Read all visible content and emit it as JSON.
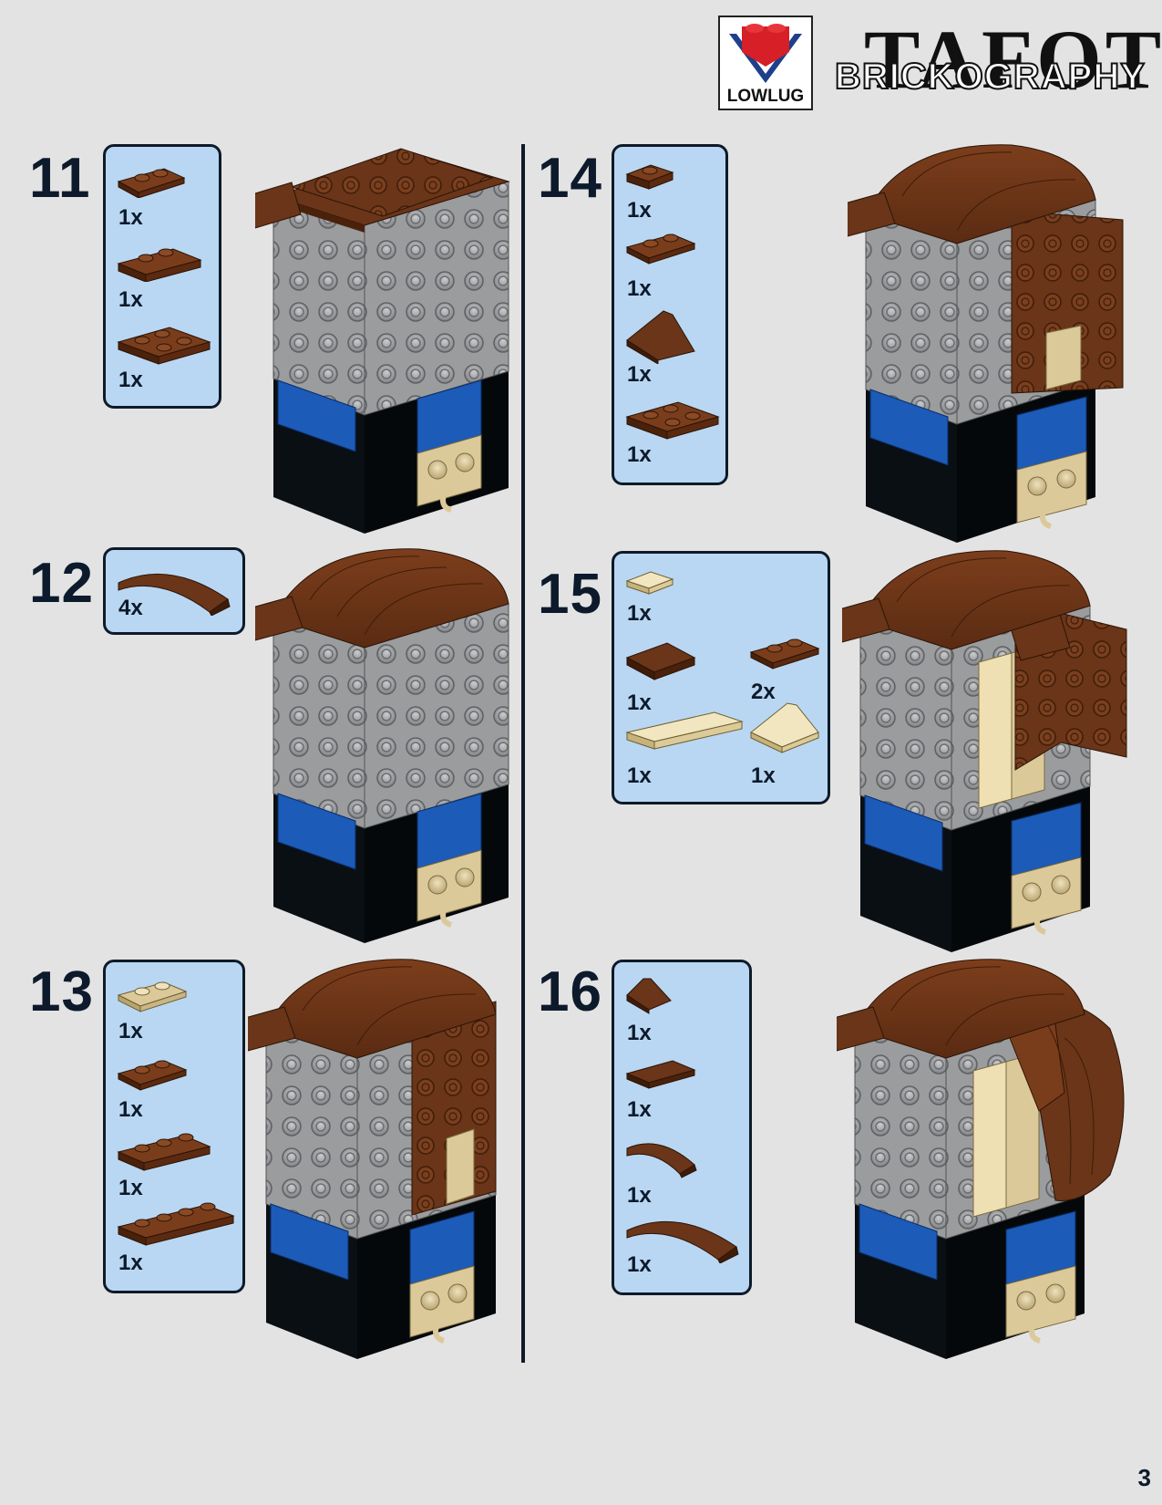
{
  "header": {
    "lowlug_logo_text": "LOWLUG",
    "title_logo_text": "TAFOT",
    "brand_logo_text": "BRICKOGRAPHY"
  },
  "steps": [
    {
      "number": "11",
      "parts": [
        {
          "qty": "1x"
        },
        {
          "qty": "1x"
        },
        {
          "qty": "1x"
        }
      ]
    },
    {
      "number": "12",
      "parts": [
        {
          "qty": "4x"
        }
      ]
    },
    {
      "number": "13",
      "parts": [
        {
          "qty": "1x"
        },
        {
          "qty": "1x"
        },
        {
          "qty": "1x"
        },
        {
          "qty": "1x"
        }
      ]
    },
    {
      "number": "14",
      "parts": [
        {
          "qty": "1x"
        },
        {
          "qty": "1x"
        },
        {
          "qty": "1x"
        },
        {
          "qty": "1x"
        }
      ]
    },
    {
      "number": "15",
      "parts": [
        {
          "qty": "1x"
        },
        {
          "qty": "1x"
        },
        {
          "qty": "2x"
        },
        {
          "qty": "1x"
        },
        {
          "qty": "1x"
        }
      ]
    },
    {
      "number": "16",
      "parts": [
        {
          "qty": "1x"
        },
        {
          "qty": "1x"
        },
        {
          "qty": "1x"
        },
        {
          "qty": "1x"
        }
      ]
    }
  ],
  "colors": {
    "brown": "#6a3518",
    "light_gray": "#9a9c9e",
    "blue": "#1c5bb8",
    "black": "#0a0f14",
    "tan": "#dcc99a",
    "part_box_bg": "#b9d7f2"
  },
  "page_number": "3"
}
